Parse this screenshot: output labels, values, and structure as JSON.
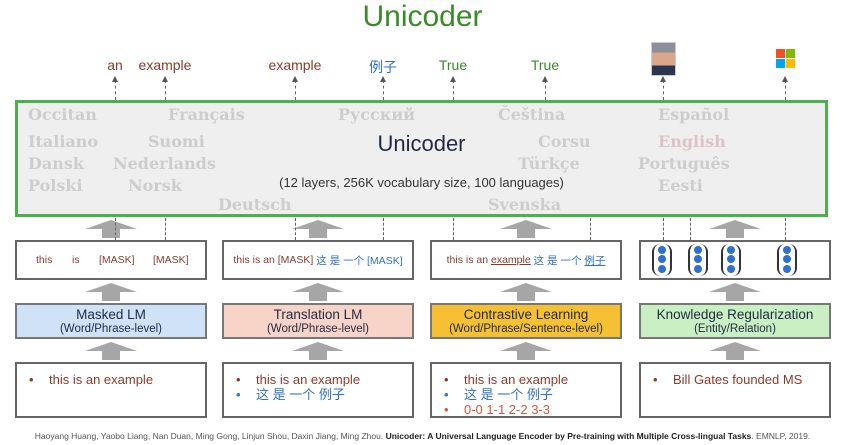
{
  "title": "Unicoder",
  "outputs": [
    {
      "text": "an",
      "color": "brown"
    },
    {
      "text": "example",
      "color": "brown"
    },
    {
      "text": "example",
      "color": "brown"
    },
    {
      "text": "例子",
      "color": "blue"
    },
    {
      "text": "True",
      "color": "green"
    },
    {
      "text": "True",
      "color": "green"
    }
  ],
  "encoder": {
    "title": "Unicoder",
    "subtitle": "(12 layers, 256K vocabulary size, 100 languages)",
    "watermark": [
      "Occitan",
      "Français",
      "Pусский",
      "Čeština",
      "Español",
      "Italiano",
      "Suomi",
      "Corsu",
      "English",
      "Dansk",
      "Nederlands",
      "Türkçe",
      "Português",
      "Polski",
      "Deutsch",
      "Svenska",
      "Norsk",
      "Eesti"
    ]
  },
  "tasks": [
    {
      "masked": [
        "this",
        "is",
        "[MASK]",
        "[MASK]"
      ],
      "name": "Masked LM",
      "level": "(Word/Phrase-level)",
      "inputs": [
        {
          "text": "this is an example",
          "color": "brown"
        }
      ]
    },
    {
      "masked_en": "this is an [MASK]",
      "masked_zh": "这 是 一个 [MASK]",
      "name": "Translation LM",
      "level": "(Word/Phrase-level)",
      "inputs": [
        {
          "text": "this is an example",
          "color": "brown"
        },
        {
          "text": "这 是 一个 例子",
          "color": "blue"
        }
      ]
    },
    {
      "prefix": "this is an ",
      "u1": "example",
      "zh": " 这 是 一个 ",
      "u2": "例子",
      "name": "Contrastive Learning",
      "level": "(Word/Phrase/Sentence-level)",
      "inputs": [
        {
          "text": "this is an example",
          "color": "brown"
        },
        {
          "text": "这 是 一个 例子",
          "color": "blue"
        },
        {
          "text": "0-0 1-1 2-2 3-3",
          "color": "red"
        }
      ]
    },
    {
      "name": "Knowledge Regularization",
      "level": "(Entity/Relation)",
      "inputs": [
        {
          "text": "Bill Gates founded MS",
          "color": "brown"
        }
      ]
    }
  ],
  "colors": {
    "masked": "#cfe2f8",
    "translation": "#f8d3c8",
    "contrastive": "#f5c033",
    "knowledge": "#c9efc2",
    "encoder_border": "#4caf50"
  },
  "citation": {
    "authors": "Haoyang Huang, Yaobo Liang, Nan Duan, Ming Gong, Linjun Shou, Daxin Jiang, Ming Zhou. ",
    "paper": "Unicoder: A Universal Language Encoder by Pre-training with Multiple Cross-lingual Tasks",
    "venue": ". EMNLP, 2019."
  }
}
